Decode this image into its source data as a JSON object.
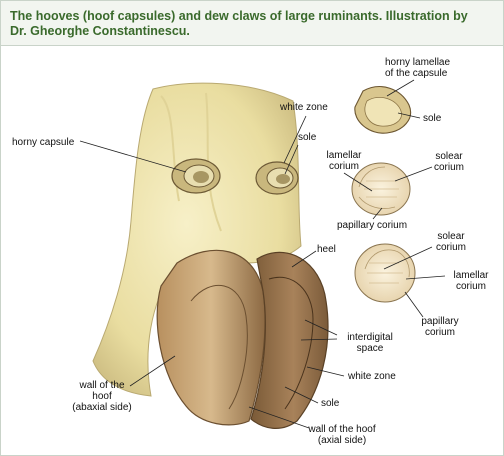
{
  "caption": {
    "line1": "The hooves (hoof capsules) and dew claws of large ruminants. Illustration by",
    "line2": "Dr. Gheorghe Constantinescu."
  },
  "labels": {
    "horny_lamellae_1": "horny lamellae",
    "horny_lamellae_2": "of the capsule",
    "sole_top": "sole",
    "white_zone_top": "white zone",
    "sole_dewclaw": "sole",
    "horny_capsule": "horny capsule",
    "lamellar_corium_1": "lamellar",
    "lamellar_corium_2": "corium",
    "solear_corium_1": "solear",
    "solear_corium_2": "corium",
    "papillary_corium_mid": "papillary corium",
    "heel": "heel",
    "solear_corium_b1": "solear",
    "solear_corium_b2": "corium",
    "lamellar_corium_b1": "lamellar",
    "lamellar_corium_b2": "corium",
    "papillary_corium_b1": "papillary",
    "papillary_corium_b2": "corium",
    "interdigital_1": "interdigital",
    "interdigital_2": "space",
    "white_zone_bottom": "white zone",
    "wall_abaxial_1": "wall of the",
    "wall_abaxial_2": "hoof",
    "wall_abaxial_3": "(abaxial side)",
    "sole_bottom": "sole",
    "wall_axial_1": "wall of the hoof",
    "wall_axial_2": "(axial side)"
  },
  "colors": {
    "caption_text": "#3a6a2c",
    "caption_bg": "#f2f5f0",
    "skin": "#efe6b0",
    "hoof_dark": "#8a6a45",
    "hoof_light": "#c4a27a",
    "corium_cream": "#f4e6c8"
  }
}
